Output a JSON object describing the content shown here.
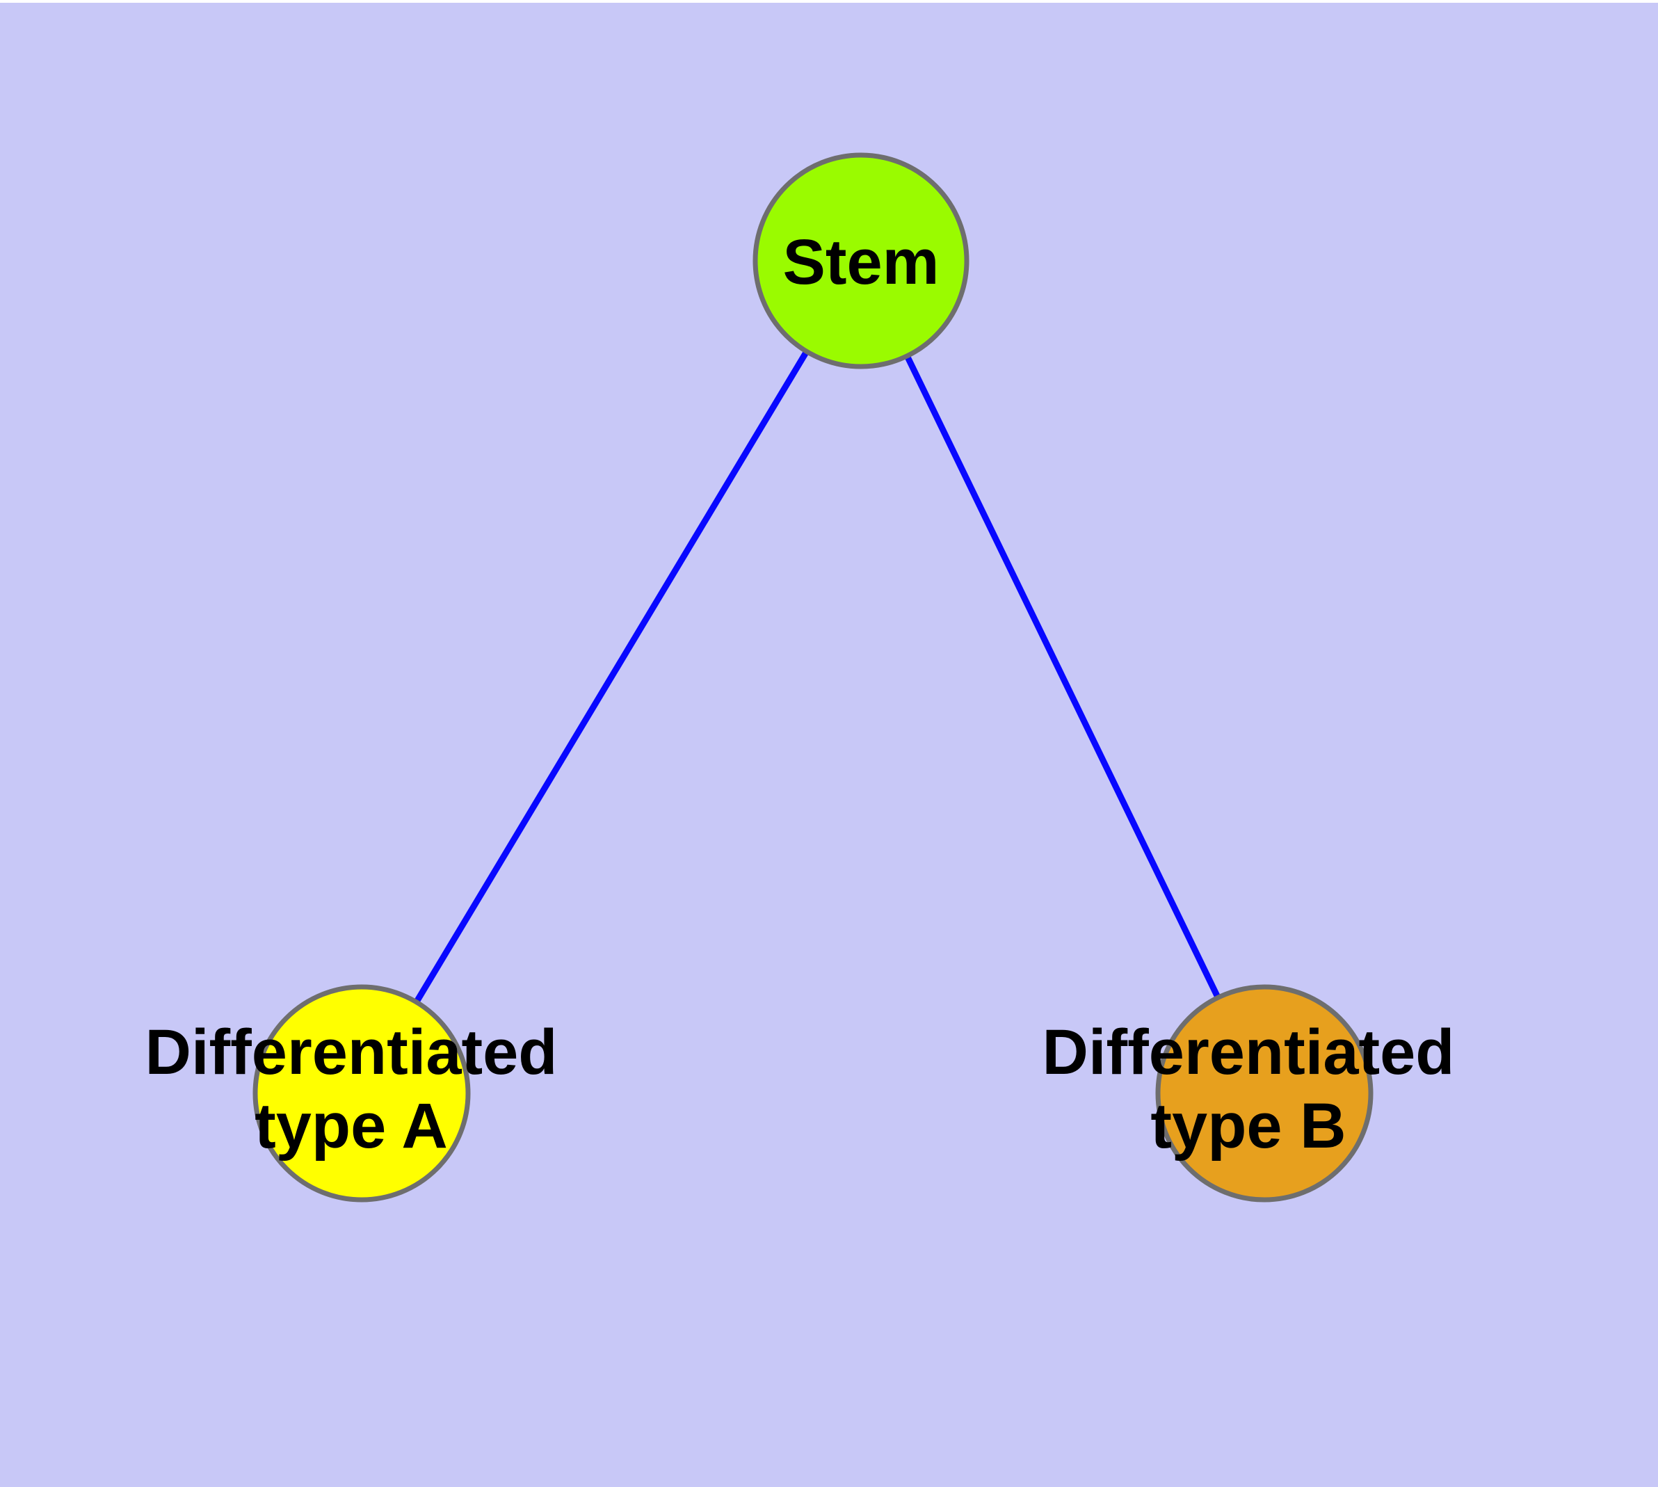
{
  "canvas": {
    "background_color": "#c8c8f7"
  },
  "diagram": {
    "type": "node-link-graph",
    "nodes": [
      {
        "id": "stem",
        "label": "Stem",
        "fill": "#9afb00",
        "stroke": "#6e6e6e"
      },
      {
        "id": "type-a",
        "label": "Differentiated\ntype A",
        "fill": "#ffff00",
        "stroke": "#6e6e6e"
      },
      {
        "id": "type-b",
        "label": "Differentiated\ntype B",
        "fill": "#e7a01e",
        "stroke": "#6e6e6e"
      }
    ],
    "edges": [
      {
        "from": "stem",
        "to": "type-a",
        "color": "#0808ff"
      },
      {
        "from": "stem",
        "to": "type-b",
        "color": "#0808ff"
      }
    ]
  }
}
